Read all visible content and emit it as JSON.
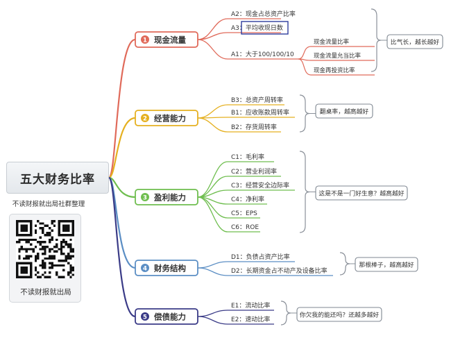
{
  "root": {
    "title": "五大财务比率",
    "subtitle": "不读财报就出局社群整理",
    "qr_caption": "不读财报就出局"
  },
  "branches": [
    {
      "num": "1",
      "title": "现金流量",
      "color": "#e06a5a",
      "leaves": [
        "A2：现金占总资产比率",
        "A3：平均收现日数",
        "A1：大于100/100/10"
      ],
      "subleaves": [
        "现金流量比率",
        "现金流量允当比率",
        "现金再投资比率"
      ],
      "note": "比气长，越长越好",
      "highlight_color": "#2d3c9c"
    },
    {
      "num": "2",
      "title": "经营能力",
      "color": "#e5b020",
      "leaves": [
        "B3：总资产周转率",
        "B1：应收账款周转率",
        "B2：存货周转率"
      ],
      "note": "翻桌率，越高越好"
    },
    {
      "num": "3",
      "title": "盈利能力",
      "color": "#6fbe4f",
      "leaves": [
        "C1：毛利率",
        "C2：营业利润率",
        "C3：经营安全边际率",
        "C4：净利率",
        "C5：EPS",
        "C6：ROE"
      ],
      "note": "这是不是一门好生意？越高越好"
    },
    {
      "num": "4",
      "title": "财务结构",
      "color": "#5b8ec4",
      "leaves": [
        "D1：负债占资产比率",
        "D2：长期资金占不动产及设备比率"
      ],
      "note": "那根棒子，越高越好"
    },
    {
      "num": "5",
      "title": "偿债能力",
      "color": "#3a3b87",
      "leaves": [
        "E1：流动比率",
        "E2：速动比率"
      ],
      "note": "你欠我的能还吗？还越多越好"
    }
  ]
}
